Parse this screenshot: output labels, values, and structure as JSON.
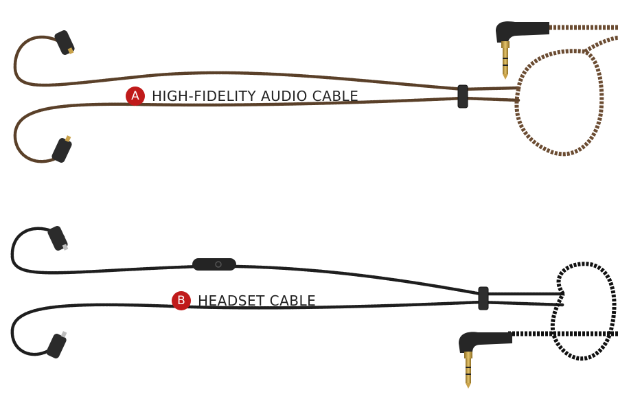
{
  "labels": {
    "a": {
      "badge": "A",
      "text": "HIGH-FIDELITY AUDIO CABLE"
    },
    "b": {
      "badge": "B",
      "text": "HEADSET CABLE"
    }
  },
  "colors": {
    "badge": "#c01a1a",
    "cable_a": "#7a5a3c",
    "cable_a_dark": "#4a3524",
    "cable_b": "#222222",
    "cable_b_dark": "#000000",
    "connector": "#2b2b2b",
    "plug_gold": "#c9a24a",
    "plug_silver": "#bdbdbd"
  },
  "objects": [
    {
      "name": "cable-a",
      "kind": "audio cable",
      "color": "bronze"
    },
    {
      "name": "cable-b",
      "kind": "headset cable",
      "color": "black",
      "has_inline_remote": true
    }
  ]
}
